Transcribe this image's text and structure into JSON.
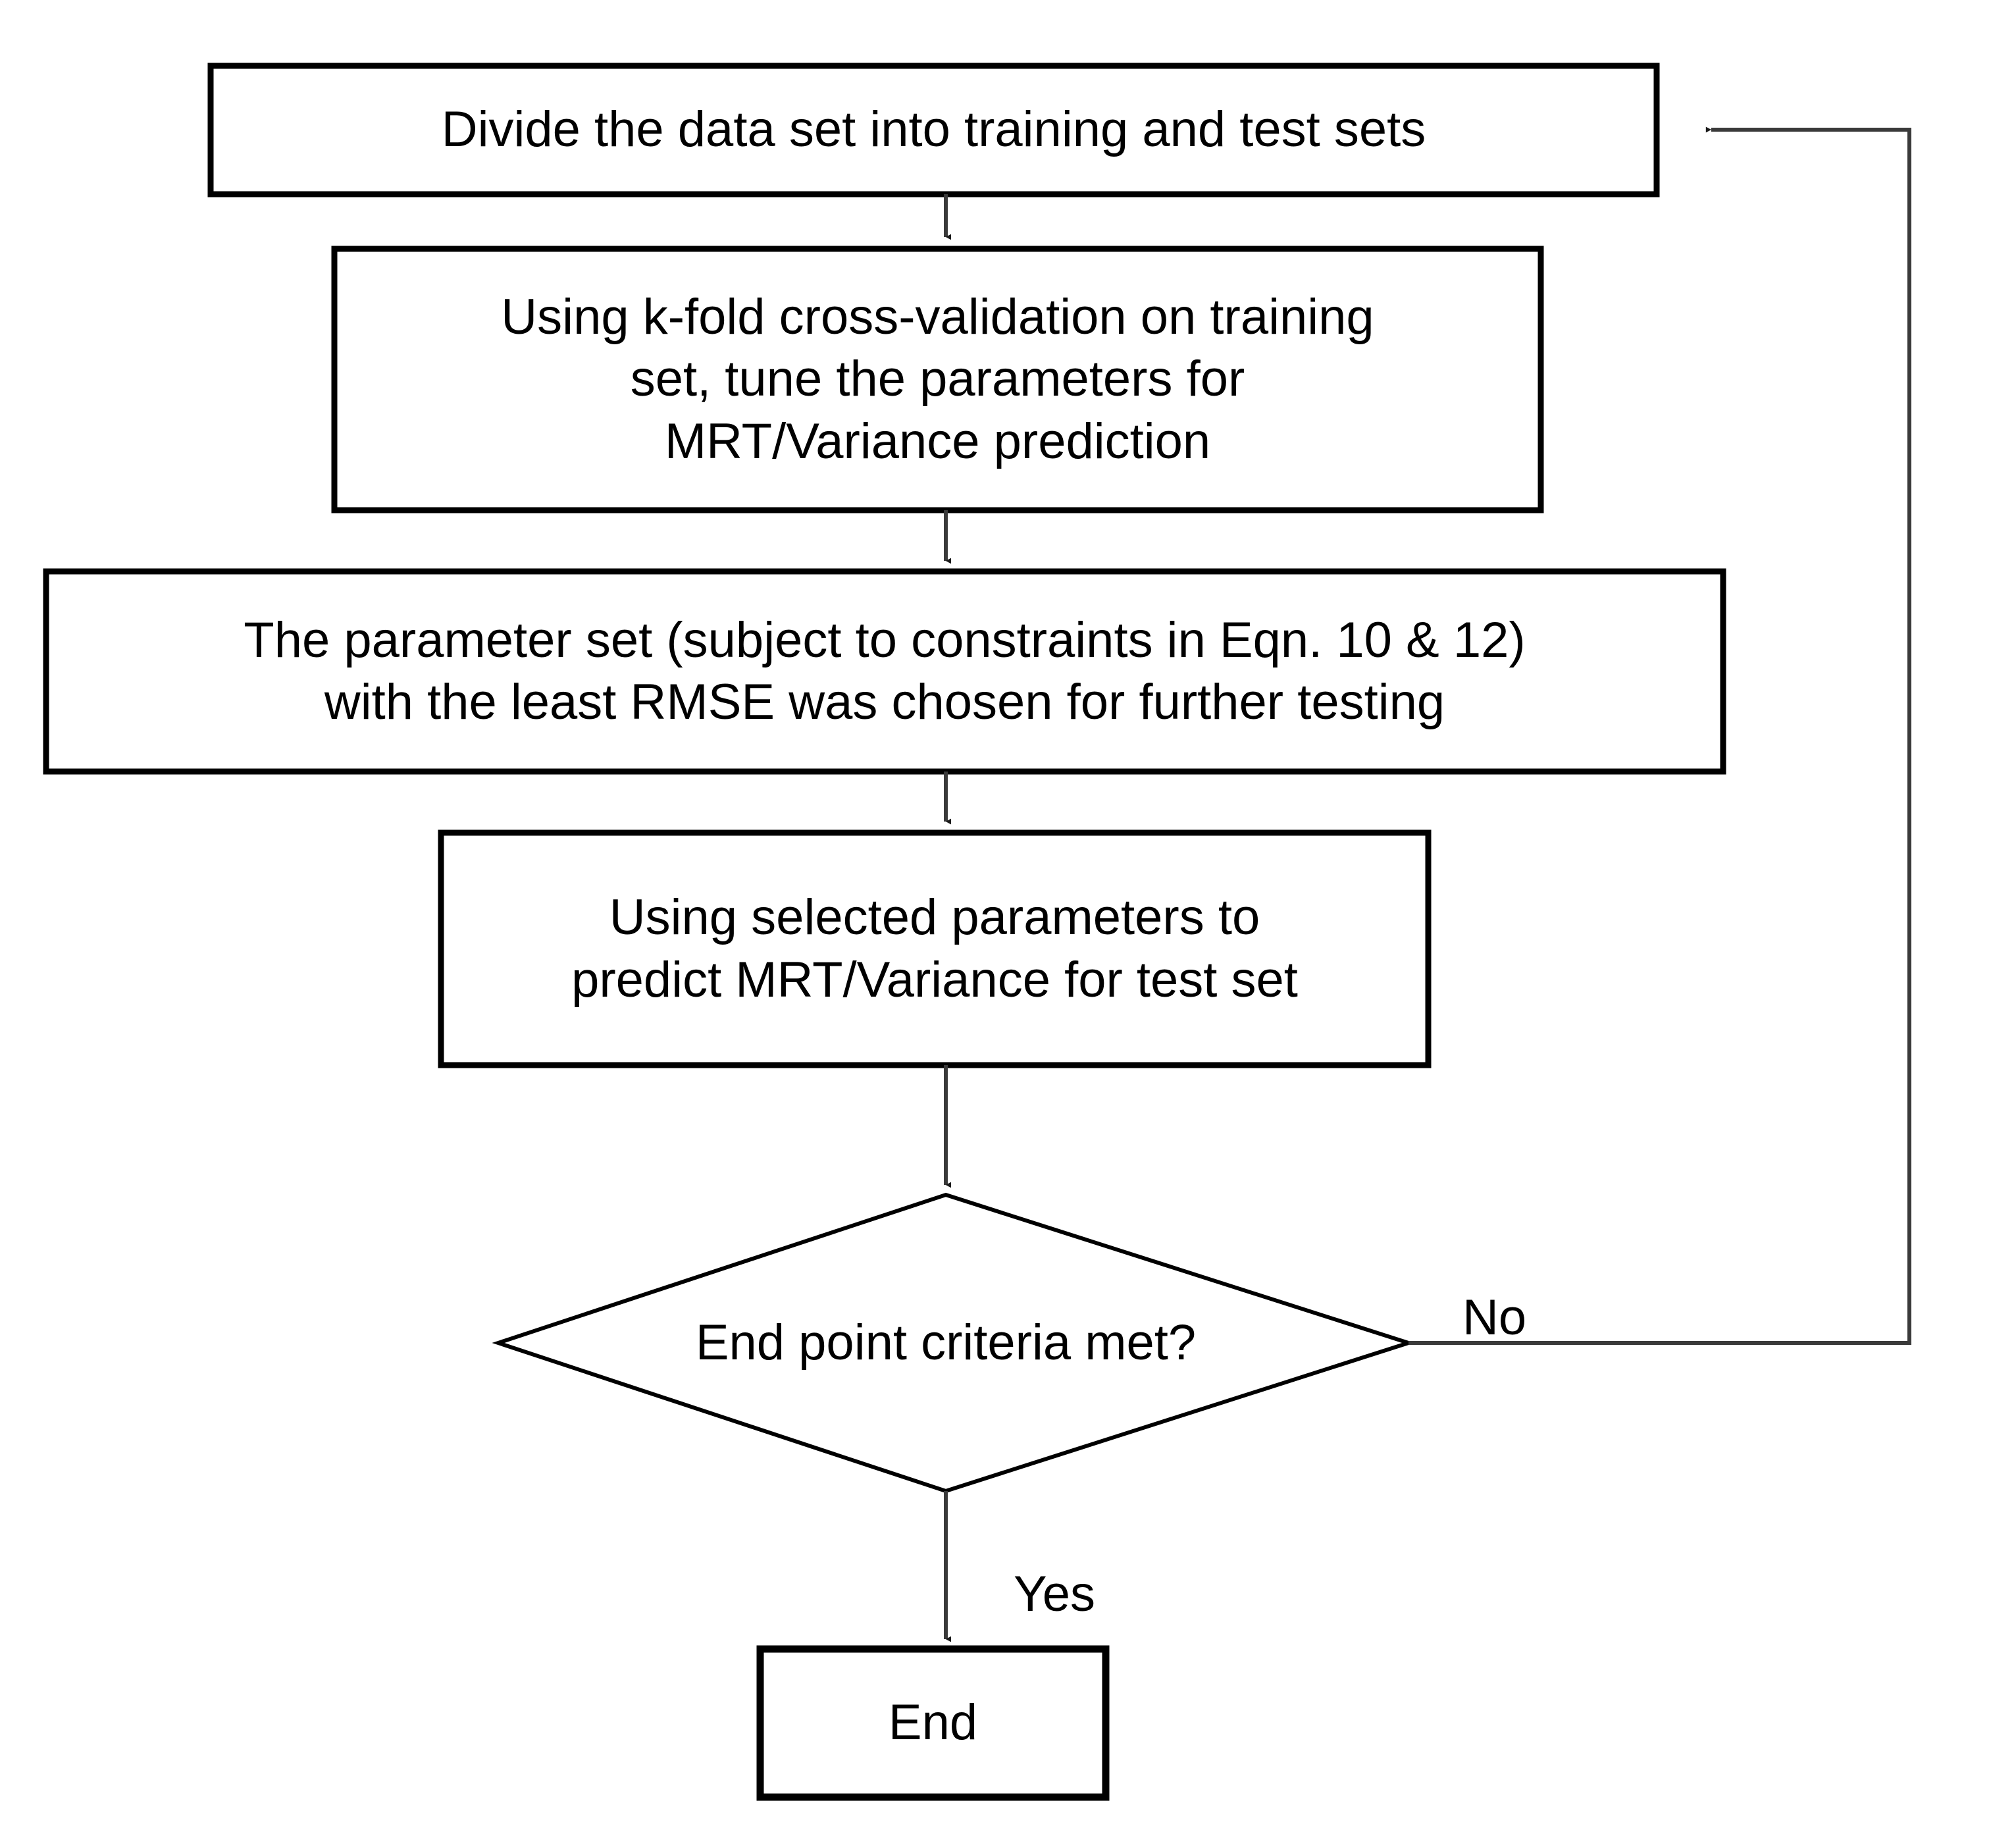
{
  "diagram": {
    "type": "flowchart",
    "title": "",
    "orientation": "top-to-bottom",
    "colors": {
      "stroke": "#000000",
      "fill": "#ffffff",
      "text": "#000000",
      "connector": "#3a3a3a"
    },
    "nodes": [
      {
        "id": "divide",
        "shape": "rectangle",
        "label": "Divide the data set into training and test sets"
      },
      {
        "id": "kfold",
        "shape": "rectangle",
        "label": "Using k-fold cross-validation on training\nset, tune the parameters for\nMRT/Variance prediction"
      },
      {
        "id": "paramset",
        "shape": "rectangle",
        "label": "The parameter set (subject to constraints in Eqn. 10 & 12)\nwith the least RMSE was chosen for further testing"
      },
      {
        "id": "predict",
        "shape": "rectangle",
        "label": "Using selected parameters to\npredict MRT/Variance for  test set"
      },
      {
        "id": "decision",
        "shape": "diamond",
        "label": "End point criteria met?"
      },
      {
        "id": "end",
        "shape": "rectangle",
        "label": "End"
      }
    ],
    "edges": [
      {
        "id": "e1",
        "from": "divide",
        "to": "kfold",
        "label": ""
      },
      {
        "id": "e2",
        "from": "kfold",
        "to": "paramset",
        "label": ""
      },
      {
        "id": "e3",
        "from": "paramset",
        "to": "predict",
        "label": ""
      },
      {
        "id": "e4",
        "from": "predict",
        "to": "decision",
        "label": ""
      },
      {
        "id": "e5",
        "from": "decision",
        "to": "end",
        "label": "Yes"
      },
      {
        "id": "e6",
        "from": "decision",
        "to": "divide",
        "label": "No"
      }
    ],
    "labels": {
      "yes": "Yes",
      "no": "No"
    }
  }
}
